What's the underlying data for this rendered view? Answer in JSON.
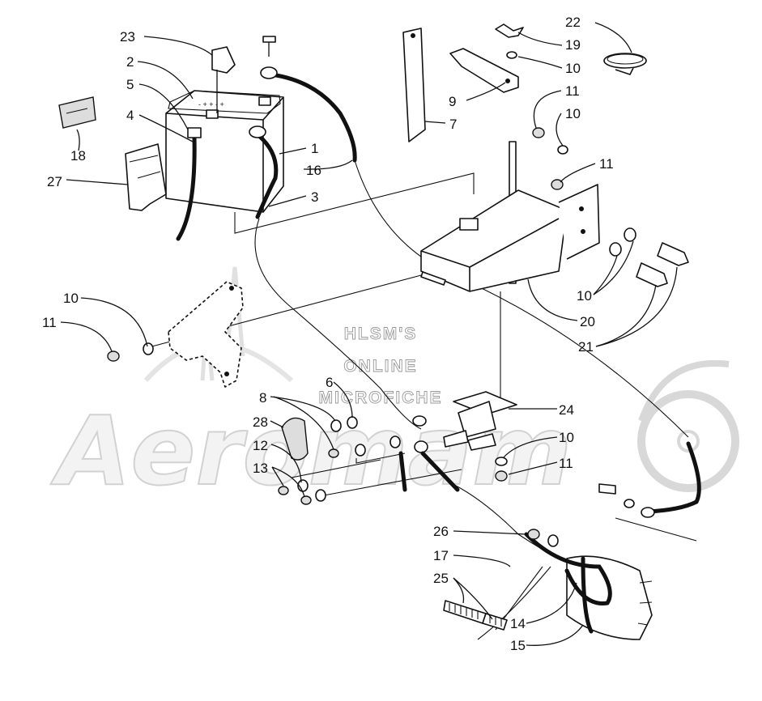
{
  "watermark": {
    "lines": [
      "HLSM'S",
      "ONLINE",
      "MICROFICHE"
    ],
    "brand": "Aeromam"
  },
  "callouts": [
    {
      "id": "c23",
      "label": "23"
    },
    {
      "id": "c2",
      "label": "2"
    },
    {
      "id": "c5",
      "label": "5"
    },
    {
      "id": "c4",
      "label": "4"
    },
    {
      "id": "c18",
      "label": "18"
    },
    {
      "id": "c27",
      "label": "27"
    },
    {
      "id": "c1",
      "label": "1"
    },
    {
      "id": "c16",
      "label": "16"
    },
    {
      "id": "c3",
      "label": "3"
    },
    {
      "id": "c7",
      "label": "7"
    },
    {
      "id": "c9",
      "label": "9"
    },
    {
      "id": "c22",
      "label": "22"
    },
    {
      "id": "c19",
      "label": "19"
    },
    {
      "id": "c10a",
      "label": "10"
    },
    {
      "id": "c11a",
      "label": "11"
    },
    {
      "id": "c10b",
      "label": "10"
    },
    {
      "id": "c11b",
      "label": "11"
    },
    {
      "id": "c10c",
      "label": "10"
    },
    {
      "id": "c20",
      "label": "20"
    },
    {
      "id": "c21",
      "label": "21"
    },
    {
      "id": "c10d",
      "label": "10"
    },
    {
      "id": "c11c",
      "label": "11"
    },
    {
      "id": "c6",
      "label": "6"
    },
    {
      "id": "c8",
      "label": "8"
    },
    {
      "id": "c28",
      "label": "28"
    },
    {
      "id": "c12",
      "label": "12"
    },
    {
      "id": "c13",
      "label": "13"
    },
    {
      "id": "c24",
      "label": "24"
    },
    {
      "id": "c10e",
      "label": "10"
    },
    {
      "id": "c11d",
      "label": "11"
    },
    {
      "id": "c26",
      "label": "26"
    },
    {
      "id": "c17",
      "label": "17"
    },
    {
      "id": "c25",
      "label": "25"
    },
    {
      "id": "c14",
      "label": "14"
    },
    {
      "id": "c15",
      "label": "15"
    }
  ]
}
